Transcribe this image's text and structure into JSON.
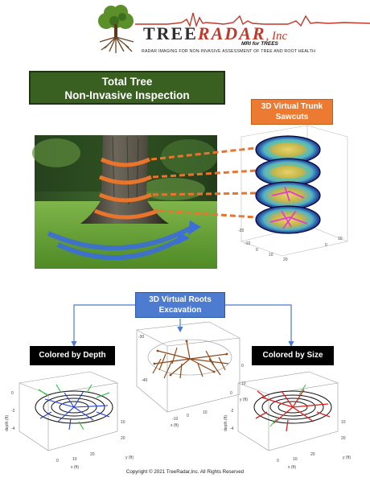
{
  "logo": {
    "name_tree": "TREE",
    "name_radar": "RADAR",
    "name_inc": ", Inc",
    "subtitle": "MRI for TREES",
    "tagline": "RADAR IMAGING FOR NON-INVASIVE ASSESSMENT OF TREE AND ROOT HEALTH"
  },
  "title_banner": {
    "line1": "Total Tree",
    "line2": "Non-Invasive Inspection"
  },
  "trunk_label": {
    "line1": "3D Virtual Trunk",
    "line2": "Sawcuts"
  },
  "roots_label": {
    "line1": "3D Virtual Roots",
    "line2": "Excavation"
  },
  "depth_label": "Colored by Depth",
  "size_label": "Colored by Size",
  "plot_axes": {
    "x_label": "x (ft)",
    "y_label": "y (ft)",
    "z_label": "depth (ft)"
  },
  "copyright": "Copyright  ©  2021 TreeRadar,Inc. All Rights Reserved",
  "colors": {
    "banner_green": "#3a6021",
    "label_orange": "#ec7b31",
    "label_blue": "#4c7bd0",
    "brand_red": "#c0392b",
    "root_brown": "#8b4a1c"
  }
}
